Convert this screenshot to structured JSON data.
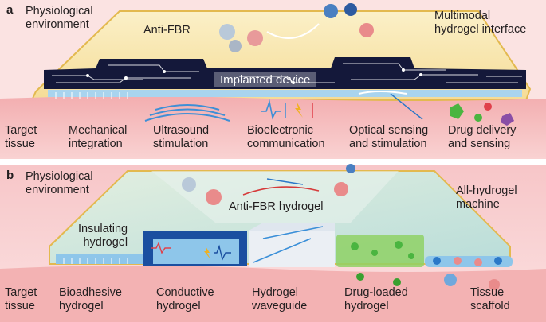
{
  "panel_a": {
    "letter": "a",
    "environment": "Physiological\nenvironment",
    "anti_fbr": "Anti-FBR",
    "interface": "Multimodal\nhydrogel interface",
    "device": "Implanted device",
    "target_tissue": "Target\ntissue",
    "functions": [
      "Mechanical\nintegration",
      "Ultrasound\nstimulation",
      "Bioelectronic\ncommunication",
      "Optical sensing\nand stimulation",
      "Drug delivery\nand sensing"
    ]
  },
  "panel_b": {
    "letter": "b",
    "environment": "Physiological\nenvironment",
    "anti_fbr": "Anti-FBR hydrogel",
    "machine": "All-hydrogel\nmachine",
    "insulating": "Insulating\nhydrogel",
    "target_tissue": "Target\ntissue",
    "components": [
      "Bioadhesive\nhydrogel",
      "Conductive\nhydrogel",
      "Hydrogel\nwaveguide",
      "Drug-loaded\nhydrogel",
      "Tissue\nscaffold"
    ]
  },
  "colors": {
    "background_pink": "#f9d7d6",
    "tissue": "#f4b9b8",
    "gel_yellow": "#f8e3a6",
    "gel_edge": "#e3b94f",
    "device_dark": "#14183a",
    "hydrogel_blue": "#8ec6ea",
    "drug_green": "#8fd165"
  }
}
